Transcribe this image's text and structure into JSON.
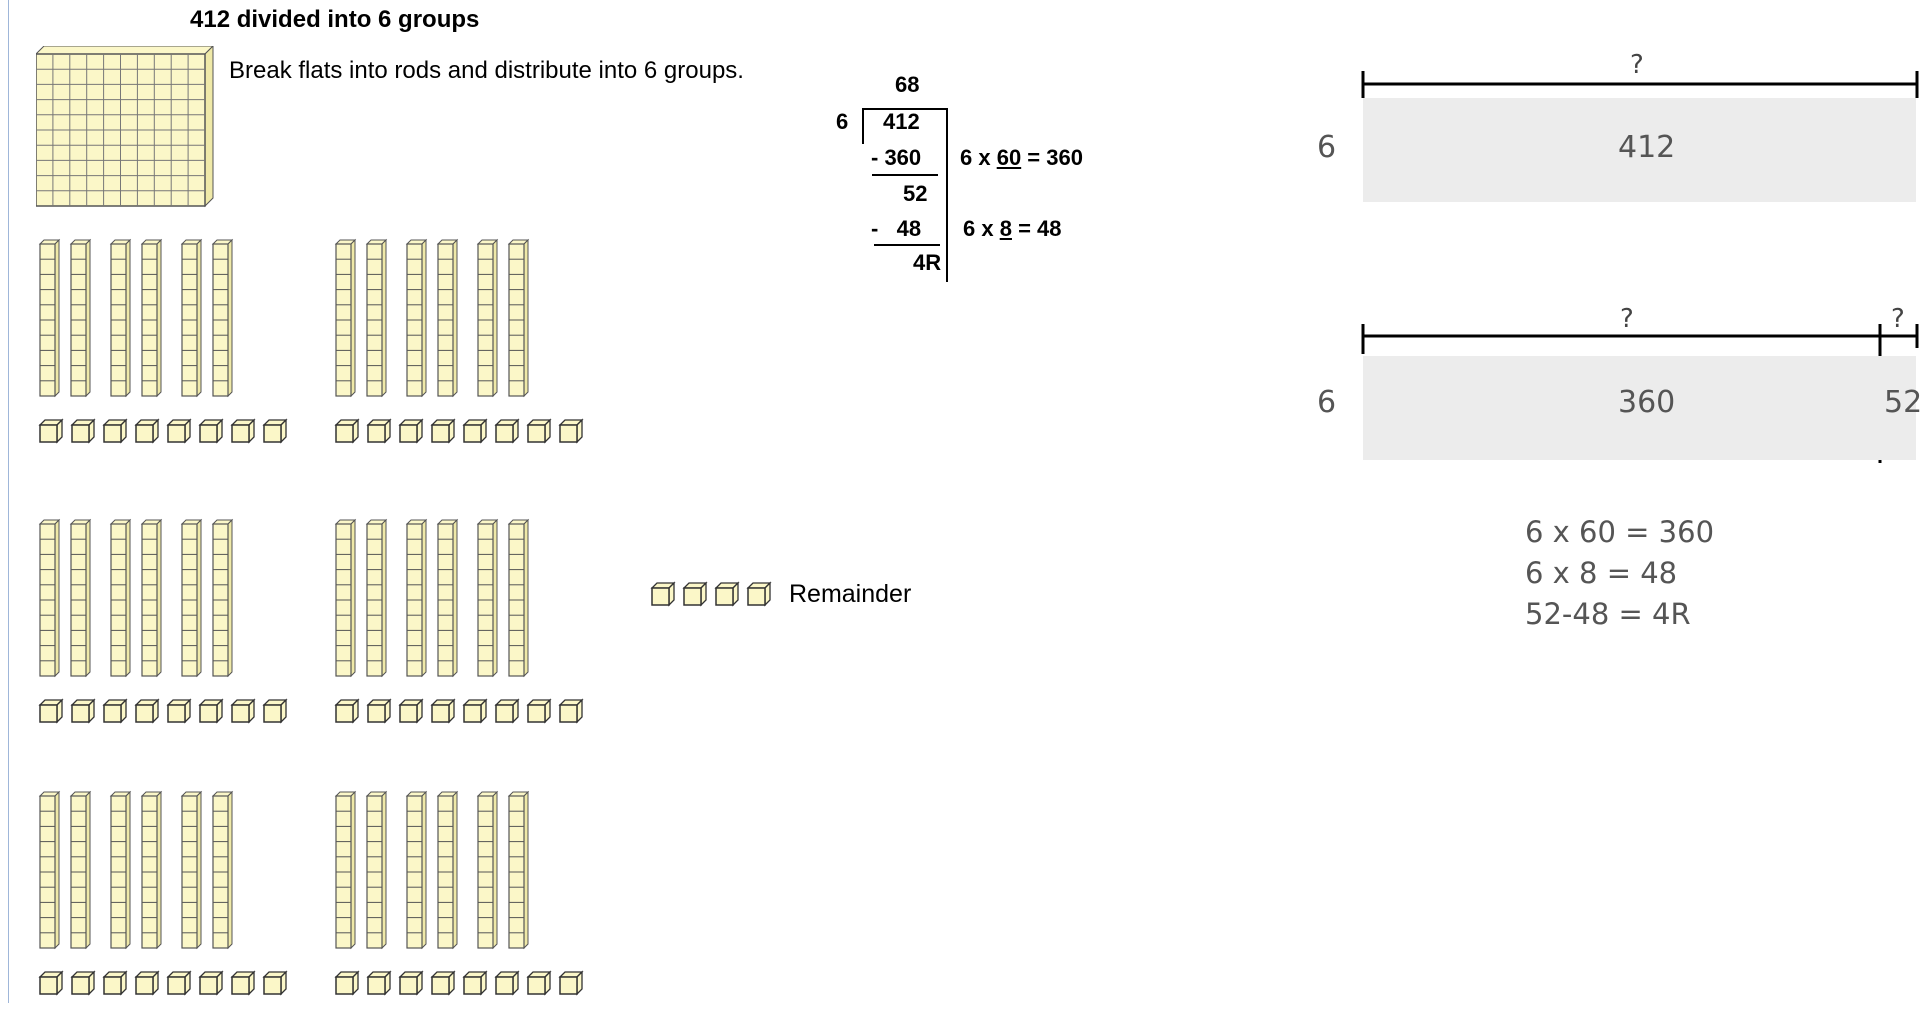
{
  "title": "412 divided into 6 groups",
  "instruction": "Break flats into rods and distribute into 6 groups.",
  "base_ten": {
    "groups": 6,
    "rods_per_group": 6,
    "units_per_group": 8,
    "remainder_units": 4,
    "remainder_label": "Remainder"
  },
  "long_division": {
    "quotient": "68",
    "divisor": "6",
    "dividend": "412",
    "step1_subtract": "- 360",
    "step1_note_prefix": "6 x ",
    "step1_note_underlined": "60",
    "step1_note_suffix": " = 360",
    "partial": "52",
    "step2_subtract": "-   48",
    "step2_note_prefix": "6 x ",
    "step2_note_underlined": "8",
    "step2_note_suffix": " = 48",
    "remainder": "4R"
  },
  "bar_model_1": {
    "label_left": "6",
    "total": "412",
    "unknown": "?"
  },
  "bar_model_2": {
    "label_left": "6",
    "part_main": "360",
    "part_small": "52",
    "unknown_main": "?",
    "unknown_small": "?"
  },
  "equations": [
    "6 x 60 = 360",
    "6 x 8 = 48",
    "52-48 = 4R"
  ],
  "colors": {
    "block_fill": "#fbf7c8",
    "block_stroke": "#555555",
    "bar_fill": "#ececec"
  }
}
